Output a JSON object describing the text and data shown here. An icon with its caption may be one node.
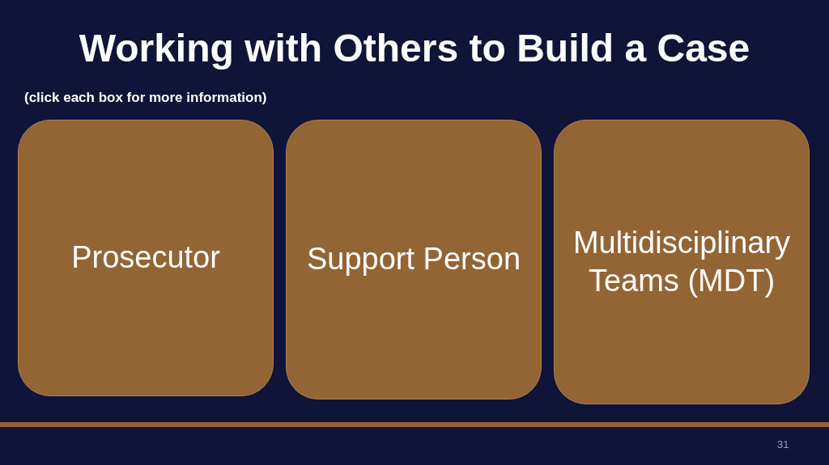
{
  "diagram": {
    "title": "Working with Others to Build a Case",
    "nodes": [
      {
        "text": [
          "Prosecutor"
        ]
      },
      {
        "text": [
          "Support Person"
        ]
      },
      {
        "text": [
          "Multidisciplinary Teams (MDT)"
        ]
      }
    ],
    "labels": [
      "(click each box for more information)",
      "31"
    ]
  }
}
